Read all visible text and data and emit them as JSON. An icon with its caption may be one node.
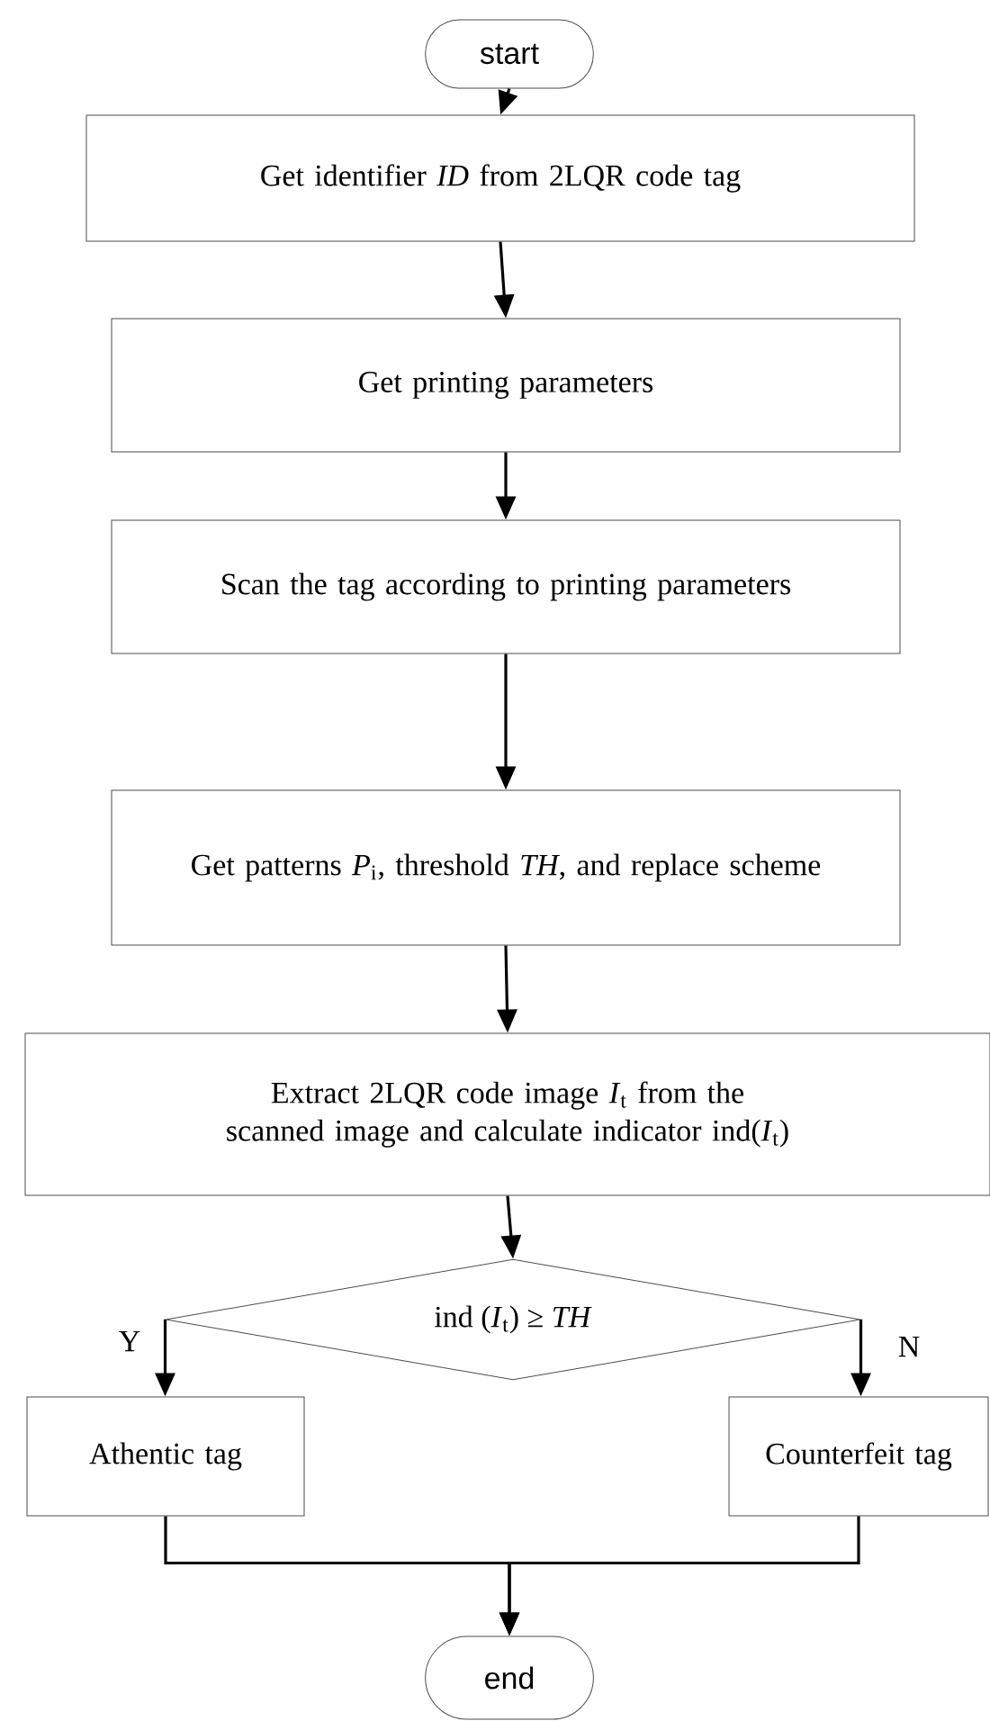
{
  "diagram": {
    "nodes": [
      {
        "text": [
          "start"
        ]
      },
      {
        "text": [
          "Get identifier *ID* from 2LQR code tag"
        ]
      },
      {
        "text": [
          "Get printing parameters"
        ]
      },
      {
        "text": [
          "Scan the tag according to printing parameters"
        ]
      },
      {
        "text": [
          "Get patterns *P*$_{i}$, threshold *TH*, and replace scheme"
        ]
      },
      {
        "text": [
          "Extract 2LQR code image *I*$_{t}$ from the scanned image and calculate indicator ind(*I*$_{t}$)"
        ]
      },
      {
        "text": [
          "ind (*I*$_{t}$) ≥ *TH*"
        ]
      },
      {
        "text": [
          "Athentic tag"
        ]
      },
      {
        "text": [
          "Counterfeit tag"
        ]
      },
      {
        "text": [
          "end"
        ]
      }
    ],
    "edges": [
      {
        "from": 0,
        "to": 1,
        "arrow": "to"
      },
      {
        "from": 1,
        "to": 2,
        "arrow": "to"
      },
      {
        "from": 2,
        "to": 3,
        "arrow": "to"
      },
      {
        "from": 3,
        "to": 4,
        "arrow": "to"
      },
      {
        "from": 4,
        "to": 5,
        "arrow": "to"
      },
      {
        "from": 5,
        "to": 6,
        "arrow": "to"
      },
      {
        "from": 6,
        "to": 7,
        "arrow": "to",
        "label": "Y"
      },
      {
        "from": 6,
        "to": 8,
        "arrow": "to",
        "label": "N"
      },
      {
        "from": 7,
        "to": 9,
        "arrow": "to"
      },
      {
        "from": 8,
        "to": 9,
        "arrow": "to"
      }
    ]
  }
}
